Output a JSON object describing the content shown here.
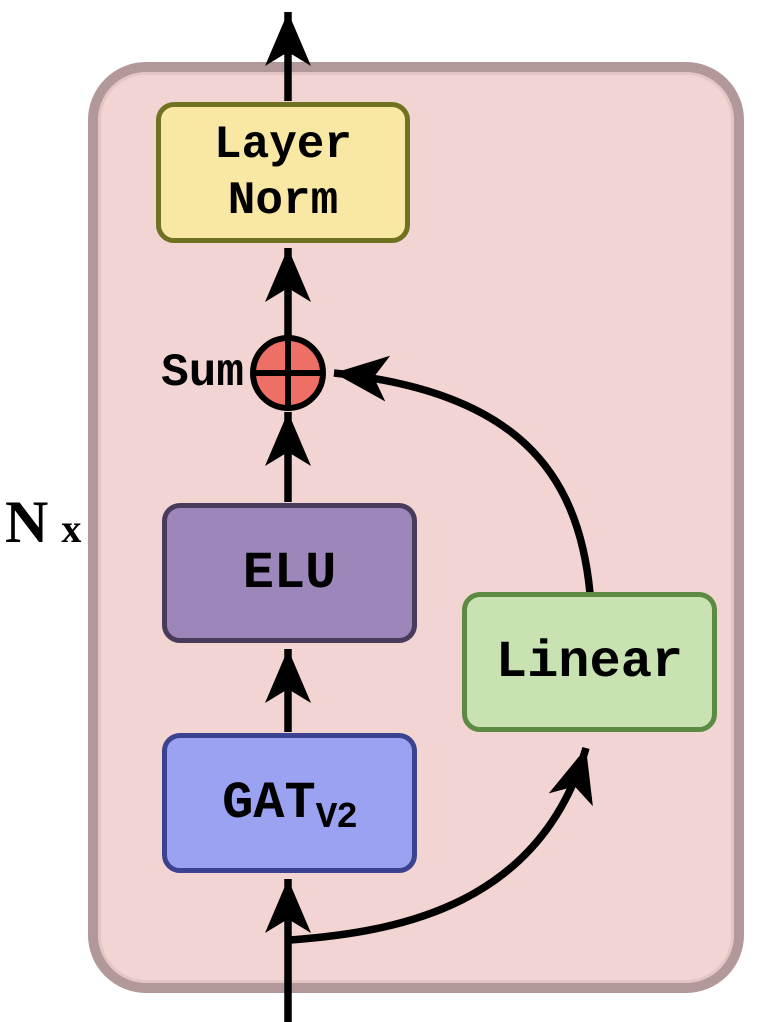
{
  "diagram": {
    "type": "neural-network-block-diagram",
    "repeat_label": {
      "n": "N",
      "x": "x"
    },
    "container": {
      "fill": "#f2d4d2",
      "border_color": "#b39899"
    },
    "blocks": {
      "layer_norm": {
        "line1": "Layer",
        "line2": "Norm",
        "fill": "#f8e8a3",
        "border_color": "#6f7220"
      },
      "sum": {
        "label": "Sum",
        "fill": "#ee6f66",
        "border_color": "#000000",
        "symbol": "plus-in-circle"
      },
      "elu": {
        "label": "ELU",
        "fill": "#9d87ba",
        "border_color": "#483b5c"
      },
      "gat_v2": {
        "label": "GAT",
        "subscript": "V2",
        "fill": "#9ba2f2",
        "border_color": "#3b4290"
      },
      "linear": {
        "label": "Linear",
        "fill": "#c8e2b2",
        "border_color": "#5c8a43"
      }
    },
    "connections": {
      "arrow_color": "#000000",
      "edges": [
        "input -> gat_v2",
        "input -> linear (skip curve)",
        "gat_v2 -> elu",
        "elu -> sum",
        "linear -> sum (skip curve)",
        "sum -> layer_norm",
        "layer_norm -> output"
      ]
    }
  }
}
